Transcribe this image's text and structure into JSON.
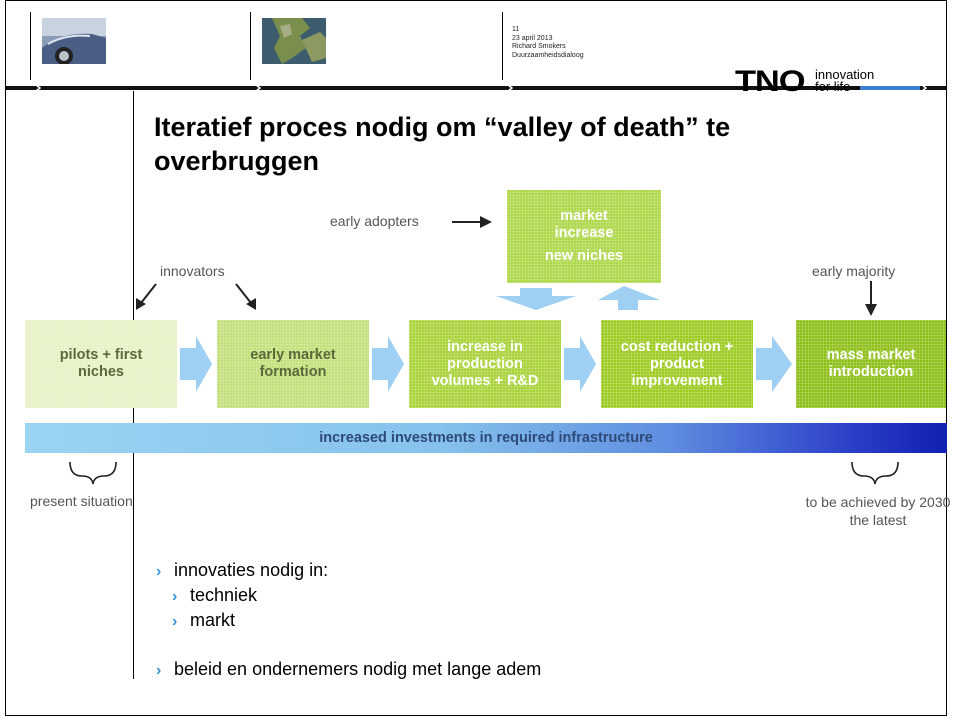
{
  "header": {
    "slide_number": "11",
    "date": "23 april 2013",
    "author": "Richard Smokers",
    "event": "Duurzaamheidsdialoog",
    "logo_text": "TNO",
    "logo_tagline_1": "innovation",
    "logo_tagline_2": "for life"
  },
  "title": "Iteratief proces nodig om “valley of death” te overbruggen",
  "labels": {
    "early_adopters": "early adopters",
    "innovators": "innovators",
    "early_majority": "early majority",
    "present_situation": "present situation",
    "target": "to be achieved by 2030 the latest"
  },
  "stages": [
    {
      "label": "pilots + first niches",
      "color": "#e6f2c4"
    },
    {
      "label": "early market formation",
      "color": "#c2e07a"
    },
    {
      "label": "increase in production volumes + R&D",
      "color": "#a8d33a"
    },
    {
      "label": "cost reduction + product improvement",
      "color": "#9ccb22"
    },
    {
      "label": "mass market introduction",
      "color": "#8ec01a"
    }
  ],
  "market_box": {
    "line1": "market",
    "line2": "increase",
    "line3": "new niches",
    "color": "#aed74a"
  },
  "infrastructure_bar": "increased investments in required infrastructure",
  "bullets": {
    "main1": "innovaties nodig in:",
    "sub1": "techniek",
    "sub2": "markt",
    "main2": "beleid en ondernemers nodig met lange adem"
  },
  "colors": {
    "arrow_blue": "#9fcff3",
    "bullet_blue": "#3a96d8",
    "header_rule_blue": "#3a7fd0"
  }
}
